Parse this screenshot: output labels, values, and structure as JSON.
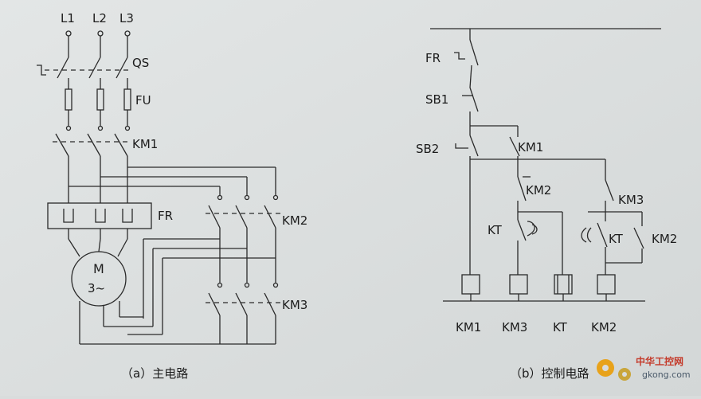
{
  "main_circuit": {
    "phases": [
      "L1",
      "L2",
      "L3"
    ],
    "labels": {
      "qs": "QS",
      "fu": "FU",
      "km1": "KM1",
      "km2": "KM2",
      "km3": "KM3",
      "fr": "FR",
      "motor_m": "M",
      "motor_type": "3~"
    },
    "caption": "（a）主电路"
  },
  "control_circuit": {
    "labels": {
      "fr": "FR",
      "sb1": "SB1",
      "sb2": "SB2",
      "km1_contact": "KM1",
      "km2_contact": "KM2",
      "kt_contact": "KT",
      "km3_contact": "KM3",
      "kt_contact2": "KT",
      "km2_contact2": "KM2"
    },
    "coils": [
      "KM1",
      "KM3",
      "KT",
      "KM2"
    ],
    "caption": "（b）控制电路"
  },
  "watermark": {
    "text": "中华工控网",
    "url": "gkong.com",
    "colors": {
      "primary": "#e8a21a",
      "secondary": "#c43a2a"
    }
  }
}
